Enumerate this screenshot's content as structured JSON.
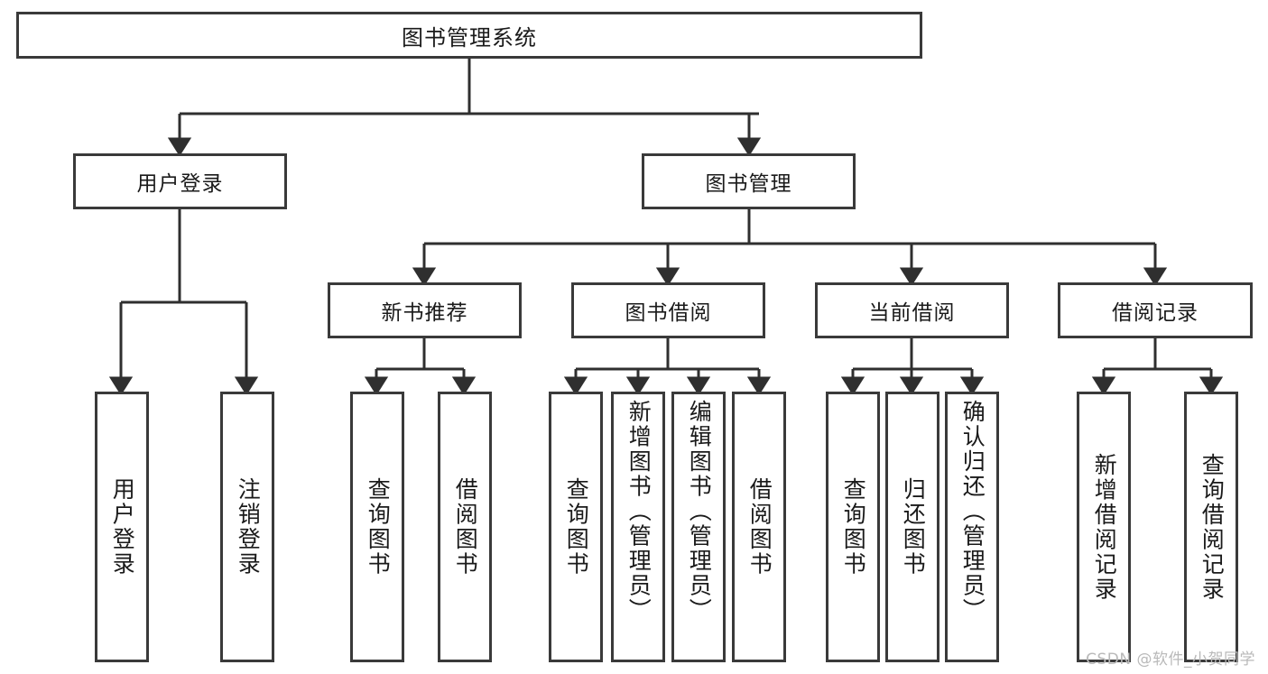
{
  "diagram": {
    "title": "图书管理系统",
    "type": "hierarchy-tree",
    "watermark": "CSDN @软件_小贺同学",
    "colors": {
      "box_border": "#3a3a3a",
      "box_fill": "#ffffff",
      "connector": "#2f2f2f",
      "text": "#1a1a1a",
      "watermark": "#b9b9b9"
    },
    "root": {
      "label": "图书管理系统"
    },
    "level2": [
      {
        "label": "用户登录"
      },
      {
        "label": "图书管理"
      }
    ],
    "level3": [
      {
        "label": "新书推荐"
      },
      {
        "label": "图书借阅"
      },
      {
        "label": "当前借阅"
      },
      {
        "label": "借阅记录"
      }
    ],
    "leaves": {
      "user_login": [
        {
          "label": "用户登录"
        },
        {
          "label": "注销登录"
        }
      ],
      "new_book_recommend": [
        {
          "label": "查询图书"
        },
        {
          "label": "借阅图书"
        }
      ],
      "book_borrow": [
        {
          "label": "查询图书"
        },
        {
          "label": "新增图书（管理员）"
        },
        {
          "label": "编辑图书（管理员）"
        },
        {
          "label": "借阅图书"
        }
      ],
      "current_borrow": [
        {
          "label": "查询图书"
        },
        {
          "label": "归还图书"
        },
        {
          "label": "确认归还（管理员）"
        }
      ],
      "borrow_record": [
        {
          "label": "新增借阅记录"
        },
        {
          "label": "查询借阅记录"
        }
      ]
    }
  }
}
